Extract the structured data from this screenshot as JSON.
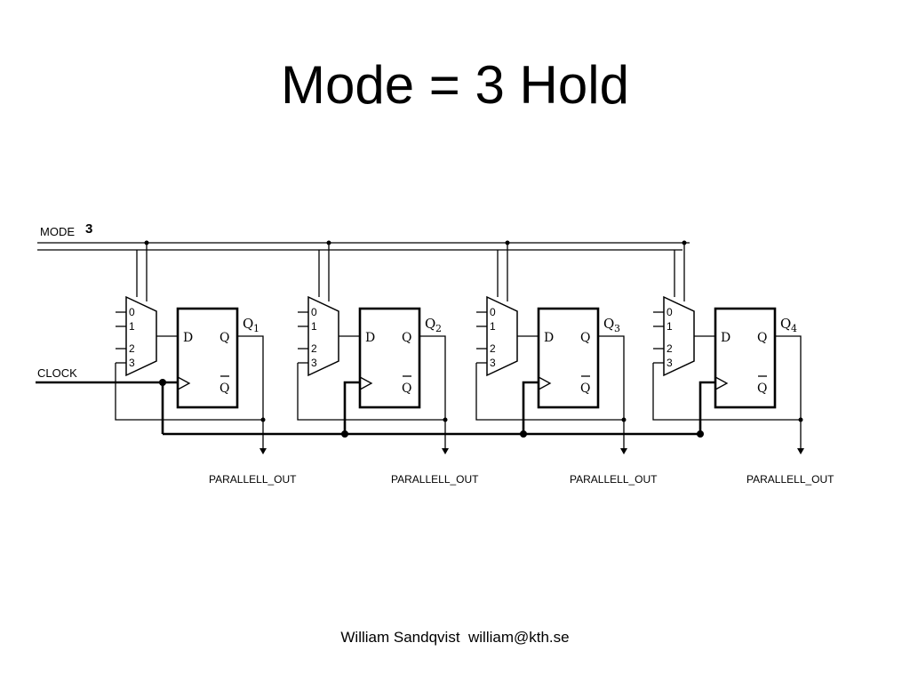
{
  "slide": {
    "title": "Mode = 3 Hold",
    "footer": "William Sandqvist  william@kth.se"
  },
  "diagram": {
    "mode_label": "MODE",
    "mode_value": "3",
    "clock_label": "CLOCK",
    "mux_inputs": [
      "0",
      "1",
      "2",
      "3"
    ],
    "flipflop_d": "D",
    "flipflop_q": "Q",
    "flipflop_qbar": "Q",
    "output_label": "PARALLELL_OUT",
    "stages": [
      {
        "q": "Q",
        "sub": "1"
      },
      {
        "q": "Q",
        "sub": "2"
      },
      {
        "q": "Q",
        "sub": "3"
      },
      {
        "q": "Q",
        "sub": "4"
      }
    ]
  }
}
